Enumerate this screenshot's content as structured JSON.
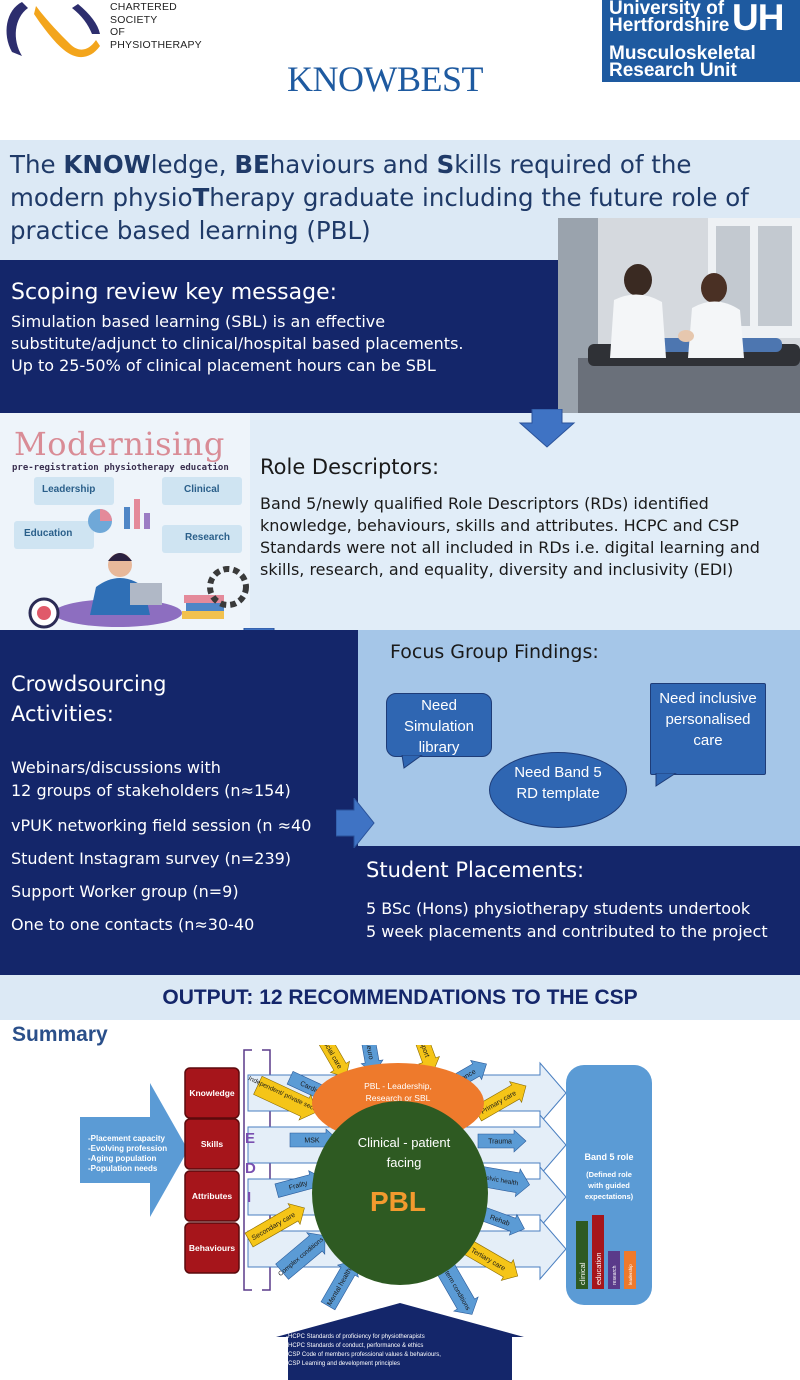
{
  "header": {
    "csp_name_lines": [
      "CHARTERED",
      "SOCIETY",
      "OF",
      "PHYSIOTHERAPY"
    ],
    "university_line1": "University of",
    "university_line2": "Hertfordshire",
    "university_mark": "UH",
    "unit_line1": "Musculoskeletal",
    "unit_line2": "Research Unit",
    "project_name": "KNOWBEST",
    "brand_colors": {
      "uh_blue": "#1e5aa0",
      "csp_purple": "#2d2e6e",
      "csp_orange": "#f3a51c"
    }
  },
  "title": {
    "segments": [
      {
        "text": "The ",
        "bold": false
      },
      {
        "text": "KNOW",
        "bold": true
      },
      {
        "text": "ledge, ",
        "bold": false
      },
      {
        "text": "BE",
        "bold": true
      },
      {
        "text": "haviours and ",
        "bold": false
      },
      {
        "text": "S",
        "bold": true
      },
      {
        "text": "kills required of the modern physio",
        "bold": false
      },
      {
        "text": "T",
        "bold": true
      },
      {
        "text": "herapy graduate including the future role of practice based learning (PBL)",
        "bold": false
      }
    ]
  },
  "scoping": {
    "heading": "Scoping review key message:",
    "lines": [
      "Simulation based learning (SBL) is an effective",
      "substitute/adjunct to clinical/hospital based placements.",
      "Up to 25-50% of clinical placement hours can be SBL"
    ]
  },
  "modernising": {
    "title": "Modernising",
    "subtitle": "pre-registration physiotherapy education",
    "cards": [
      "Leadership",
      "Clinical",
      "Education",
      "Research"
    ]
  },
  "role_descriptors": {
    "heading": "Role Descriptors:",
    "body": "Band 5/newly qualified Role Descriptors (RDs) identified knowledge, behaviours, skills and attributes. HCPC and CSP Standards were not all included in RDs i.e. digital learning and skills, research, and equality, diversity and inclusivity (EDI)"
  },
  "crowdsourcing": {
    "heading_line1": "Crowdsourcing",
    "heading_line2": "Activities:",
    "items": [
      "Webinars/discussions with",
      "12 groups of stakeholders (n≈154)",
      "vPUK networking field session (n ≈40",
      "Student Instagram survey (n=239)",
      "Support Worker group (n=9)",
      "One to one contacts (n≈30-40"
    ]
  },
  "focus_group": {
    "heading": "Focus Group Findings:",
    "bubbles": [
      "Need Simulation library",
      "Need Band 5 RD template",
      "Need inclusive personalised care"
    ]
  },
  "student_placements": {
    "heading": "Student Placements:",
    "lines": [
      "5 BSc (Hons) physiotherapy students undertook",
      "5 week placements and contributed to the project"
    ]
  },
  "output": {
    "prefix": "OUTPUT: ",
    "highlight": "12 RECOMMENDATIONS TO THE CSP"
  },
  "summary": {
    "title": "Summary",
    "drivers": [
      "-Placement capacity",
      "-Evolving profession",
      "-Aging population",
      "-Population needs"
    ],
    "domains": [
      "Knowledge",
      "Skills",
      "Attributes",
      "Behaviours"
    ],
    "edi_letters": [
      "E",
      "D",
      "I"
    ],
    "core_top": "PBL - Leadership, Research or SBL",
    "core_middle": "Clinical - patient facing",
    "core_label": "PBL",
    "arrows": [
      "Social care",
      "Neuro",
      "Sport",
      "Cardio",
      "Balance",
      "Independent/ private sector",
      "Primary care",
      "MSK",
      "Trauma",
      "Frailty",
      "Pelvic health",
      "Rehab",
      "Secondary care",
      "Complex conditions",
      "Tertiary care",
      "Mental health",
      "Long term conditions"
    ],
    "band5_title": "Band 5 role",
    "band5_sub": "(Defined role with guided expectations)",
    "band5_bars": [
      "clinical",
      "education",
      "research",
      "leadership"
    ],
    "standards": [
      "-HCPC Standards of proficiency for  physiotherapists",
      "-HCPC Standards of conduct, performance   & ethics",
      "-CSP Code of members  professional values & behaviours,",
      "-CSP Learning and development principles"
    ]
  }
}
